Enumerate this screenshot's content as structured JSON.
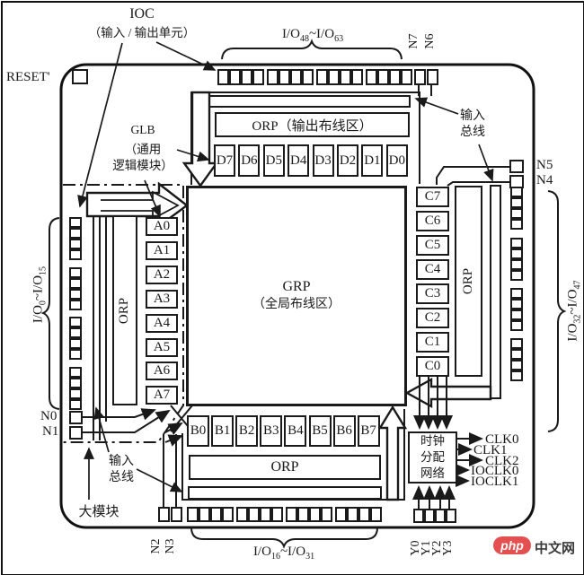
{
  "annotations": {
    "ioc_line1": "IOC",
    "ioc_line2": "（输入 / 输出单元）",
    "glb_line1": "GLB",
    "glb_line2": "（通用",
    "glb_line3": "逻辑模块）",
    "input_bus_top_line1": "输入",
    "input_bus_top_line2": "总线",
    "input_bus_bottom_line1": "输入",
    "input_bus_bottom_line2": "总线",
    "megablock": "大模块",
    "reset": "RESET'"
  },
  "io_ranges": {
    "top": {
      "pre": "I/O",
      "sub1": "48",
      "mid": "~I/O",
      "sub2": "63"
    },
    "left": {
      "pre": "I/O",
      "sub1": "0",
      "mid": "~I/O",
      "sub2": "15"
    },
    "right": {
      "pre": "I/O",
      "sub1": "32",
      "mid": "~I/O",
      "sub2": "47"
    },
    "bottom": {
      "pre": "I/O",
      "sub1": "16",
      "mid": "~I/O",
      "sub2": "31"
    }
  },
  "pins": {
    "top": [
      "N7",
      "N6"
    ],
    "right": [
      "N5",
      "N4"
    ],
    "left": [
      "N0",
      "N1"
    ],
    "bottom": [
      "N2",
      "N3"
    ],
    "clock_inputs": [
      "Y0",
      "Y1",
      "Y2",
      "Y3"
    ]
  },
  "blocks": {
    "a": [
      "A0",
      "A1",
      "A2",
      "A3",
      "A4",
      "A5",
      "A6",
      "A7"
    ],
    "b": [
      "B0",
      "B1",
      "B2",
      "B3",
      "B4",
      "B5",
      "B6",
      "B7"
    ],
    "c": [
      "C7",
      "C6",
      "C5",
      "C4",
      "C3",
      "C2",
      "C1",
      "C0"
    ],
    "d": [
      "D7",
      "D6",
      "D5",
      "D4",
      "D3",
      "D2",
      "D1",
      "D0"
    ]
  },
  "regions": {
    "grp_line1": "GRP",
    "grp_line2": "（全局布线区）",
    "orp_top": "ORP（输出布线区）",
    "orp_bottom": "ORP",
    "orp_left": "ORP",
    "orp_right": "ORP"
  },
  "clock": {
    "box_line1": "时钟",
    "box_line2": "分配",
    "box_line3": "网络",
    "outputs": [
      "CLK0",
      "CLK1",
      "CLK2",
      "IOCLK0",
      "IOCLK1"
    ]
  },
  "watermark": {
    "logo": "php",
    "text": "中文网",
    "color": "#e4504f"
  },
  "colors": {
    "ink": "#1a1a1a",
    "background": "#ffffff"
  }
}
